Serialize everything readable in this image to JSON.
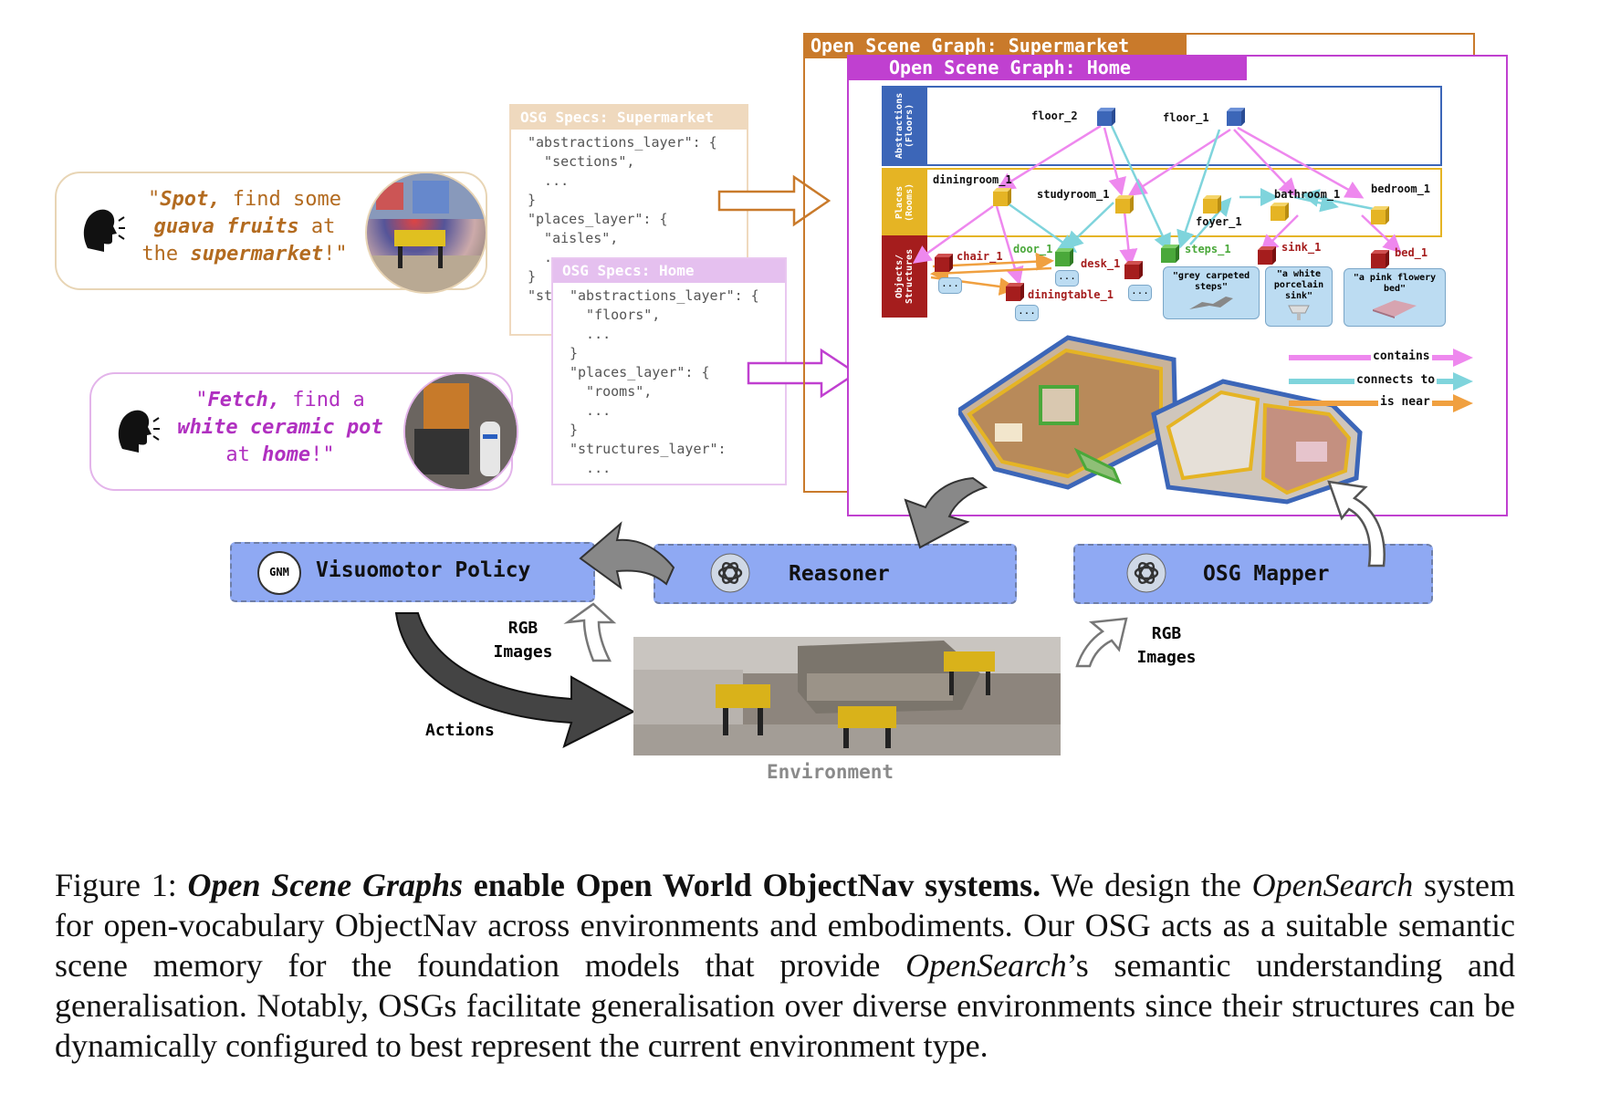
{
  "bubbles": {
    "supermarket": {
      "q1": "\"",
      "spot": "Spot,",
      "t1": " find some",
      "guava": "guava fruits",
      "t2": " at",
      "the": "the ",
      "super": "supermarket",
      "end": "!\""
    },
    "home": {
      "q1": "\"",
      "fetch": "Fetch,",
      "t1": " find a",
      "pot": "white ceramic pot",
      "at": "at ",
      "home": "home",
      "end": "!\""
    }
  },
  "specs": {
    "supermarket": {
      "title": "OSG Specs: Supermarket",
      "body": "\"abstractions_layer\": {\n  \"sections\",\n  ...\n}\n\"places_layer\": {\n  \"aisles\",\n  ...\n}\n\"st"
    },
    "home": {
      "title": "OSG Specs: Home",
      "body": "\"abstractions_layer\": {\n  \"floors\",\n  ...\n}\n\"places_layer\": {\n  \"rooms\",\n  ...\n}\n\"structures_layer\":\n  ..."
    }
  },
  "panels": {
    "supermarket_title": "Open Scene Graph: Supermarket",
    "home_title": "Open Scene Graph: Home"
  },
  "layers": {
    "abstractions": "Abstractions (Floors)",
    "places": "Places (Rooms)",
    "objects": "Objects/ Structures"
  },
  "nodes": {
    "floor_2": "floor_2",
    "floor_1": "floor_1",
    "diningroom_1": "diningroom_1",
    "studyroom_1": "studyroom_1",
    "foyer_1": "foyer_1",
    "bathroom_1": "bathroom_1",
    "bedroom_1": "bedroom_1",
    "chair_1": "chair_1",
    "door_1": "door_1",
    "desk_1": "desk_1",
    "diningtable_1": "diningtable_1",
    "steps_1": "steps_1",
    "sink_1": "sink_1",
    "bed_1": "bed_1",
    "dots": "..."
  },
  "descriptions": {
    "steps": "\"grey carpeted steps\"",
    "sink": "\"a white porcelain sink\"",
    "bed": "\"a pink flowery bed\""
  },
  "legend": {
    "contains": "contains",
    "connects": "connects to",
    "near": "is near"
  },
  "modules": {
    "visuomotor": "Visuomotor Policy",
    "gnm": "GNM",
    "reasoner": "Reasoner",
    "mapper": "OSG Mapper"
  },
  "labels": {
    "rgb": "RGB",
    "images": "Images",
    "actions": "Actions",
    "environment": "Environment"
  },
  "caption": {
    "fig": "Figure 1: ",
    "title_italic": "Open Scene Graphs",
    "title_bold": " enable Open World ObjectNav systems.",
    "t1": " We design the ",
    "opensearch1": "OpenSearch",
    "t2": " system for open-vocabulary ObjectNav across environments and embodiments. Our OSG acts as a suitable semantic scene memory for the foundation models that provide ",
    "opensearch2": "OpenSearch",
    "t3": "’s semantic understanding and generalisation. Notably, OSGs facilitate generalisation over diverse environments since their structures can be dynamically configured to best represent the current environment type."
  },
  "colors": {
    "supermarket": "#c97a2b",
    "home": "#c040d0",
    "module": "#8fa9f3",
    "contains": "#ee88ee",
    "connects": "#7fd4dc",
    "near": "#f0a040",
    "abstractions": "#3c66b8",
    "places": "#e5b424",
    "objects": "#a51d1d"
  }
}
